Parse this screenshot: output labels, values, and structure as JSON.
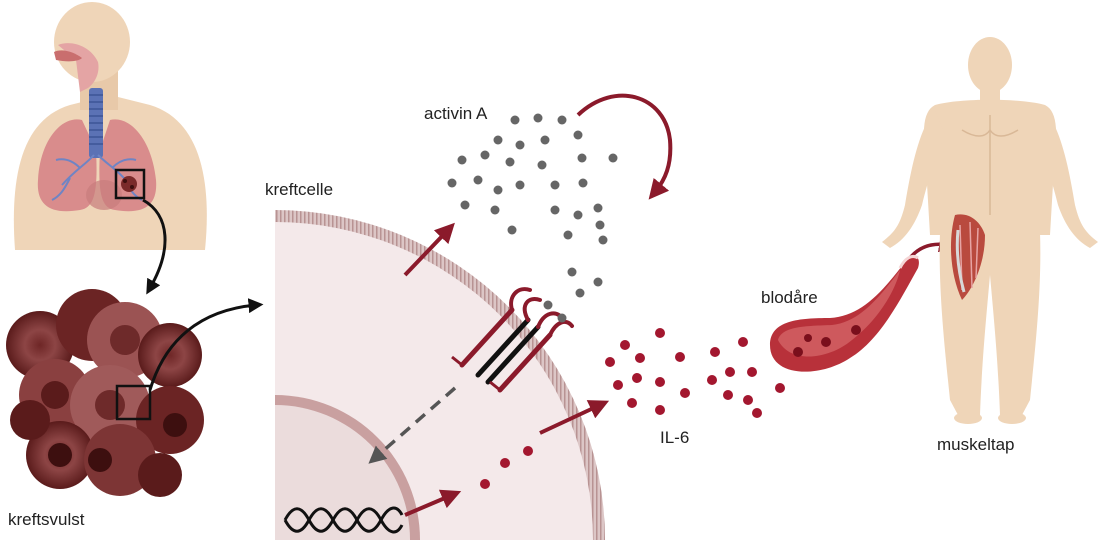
{
  "labels": {
    "tumor": "kreftsvulst",
    "cancer_cell": "kreftcelle",
    "activin": "activin A",
    "il6": "IL-6",
    "blood_vessel": "blodåre",
    "muscle_loss": "muskeltap"
  },
  "colors": {
    "skin": "#efd5b8",
    "lung": "#d98c8c",
    "tumor_dark": "#5a1b1b",
    "tumor_mid": "#8a3a3a",
    "membrane": "#c9a7a7",
    "cell_interior": "#f4e9ea",
    "arrow_red": "#8b1a2b",
    "activin_dot": "#666666",
    "il6_dot": "#a3172f",
    "vessel": "#b8313a",
    "muscle": "#b94a3e"
  }
}
